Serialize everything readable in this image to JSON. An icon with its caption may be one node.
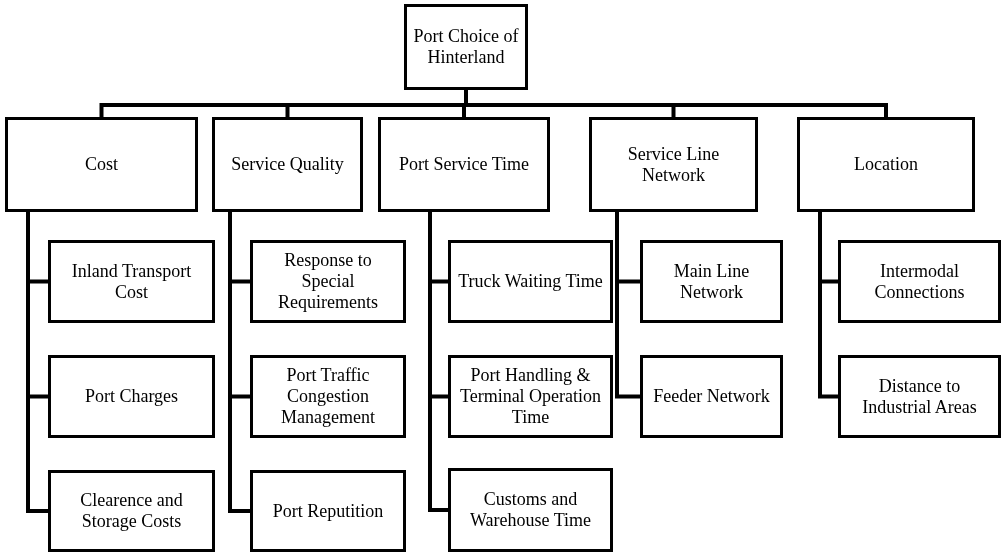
{
  "diagram": {
    "nodes": [
      {
        "text": [
          "Port Choice of Hinterland"
        ]
      },
      {
        "text": [
          "Cost"
        ]
      },
      {
        "text": [
          "Inland Transport Cost"
        ]
      },
      {
        "text": [
          "Port Charges"
        ]
      },
      {
        "text": [
          "Clearence and Storage Costs"
        ]
      },
      {
        "text": [
          "Service Quality"
        ]
      },
      {
        "text": [
          "Response to Special Requirements"
        ]
      },
      {
        "text": [
          "Port Traffic Congestion Management"
        ]
      },
      {
        "text": [
          "Port Reputition"
        ]
      },
      {
        "text": [
          "Port Service Time"
        ]
      },
      {
        "text": [
          "Truck Waiting Time"
        ]
      },
      {
        "text": [
          "Port Handling & Terminal Operation Time"
        ]
      },
      {
        "text": [
          "Customs and Warehouse Time"
        ]
      },
      {
        "text": [
          "Service Line Network"
        ]
      },
      {
        "text": [
          "Main Line Network"
        ]
      },
      {
        "text": [
          "Feeder Network"
        ]
      },
      {
        "text": [
          "Location"
        ]
      },
      {
        "text": [
          "Intermodal Connections"
        ]
      },
      {
        "text": [
          "Distance to Industrial Areas"
        ]
      }
    ],
    "edges": [
      {
        "from": 0,
        "to": 1,
        "arrow": "none"
      },
      {
        "from": 0,
        "to": 5,
        "arrow": "none"
      },
      {
        "from": 0,
        "to": 9,
        "arrow": "none"
      },
      {
        "from": 0,
        "to": 13,
        "arrow": "none"
      },
      {
        "from": 0,
        "to": 16,
        "arrow": "none"
      },
      {
        "from": 1,
        "to": 2,
        "arrow": "none"
      },
      {
        "from": 1,
        "to": 3,
        "arrow": "none"
      },
      {
        "from": 1,
        "to": 4,
        "arrow": "none"
      },
      {
        "from": 5,
        "to": 6,
        "arrow": "none"
      },
      {
        "from": 5,
        "to": 7,
        "arrow": "none"
      },
      {
        "from": 5,
        "to": 8,
        "arrow": "none"
      },
      {
        "from": 9,
        "to": 10,
        "arrow": "none"
      },
      {
        "from": 9,
        "to": 11,
        "arrow": "none"
      },
      {
        "from": 9,
        "to": 12,
        "arrow": "none"
      },
      {
        "from": 13,
        "to": 14,
        "arrow": "none"
      },
      {
        "from": 13,
        "to": 15,
        "arrow": "none"
      },
      {
        "from": 16,
        "to": 17,
        "arrow": "none"
      },
      {
        "from": 16,
        "to": 18,
        "arrow": "none"
      }
    ]
  }
}
